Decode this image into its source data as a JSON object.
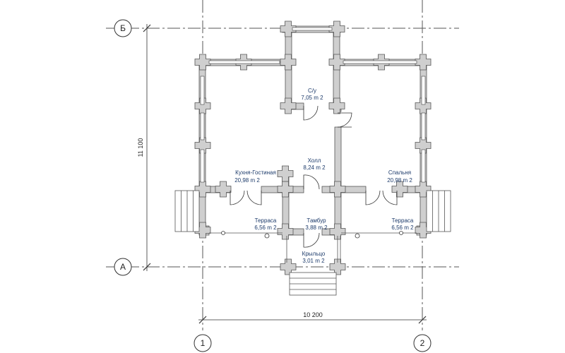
{
  "axes": {
    "top_letter": "Б",
    "bottom_letter": "А",
    "left_number": "1",
    "right_number": "2"
  },
  "dimensions": {
    "width": "10 200",
    "height": "11 100"
  },
  "rooms": [
    {
      "id": "bathroom",
      "name": "С/у",
      "area": "7,05 m 2"
    },
    {
      "id": "hall",
      "name": "Холл",
      "area": "8,24 m 2"
    },
    {
      "id": "kitchen",
      "name": "Кухня-Гостиная",
      "area": "20,98 m 2"
    },
    {
      "id": "bedroom",
      "name": "Спальня",
      "area": "20,98 m 2"
    },
    {
      "id": "terrace-left",
      "name": "Терраса",
      "area": "6,56 m 2"
    },
    {
      "id": "vestibule",
      "name": "Тамбур",
      "area": "3,88 m 2"
    },
    {
      "id": "terrace-right",
      "name": "Терраса",
      "area": "6,56 m 2"
    },
    {
      "id": "porch",
      "name": "Крыльцо",
      "area": "3,01 m 2"
    }
  ]
}
